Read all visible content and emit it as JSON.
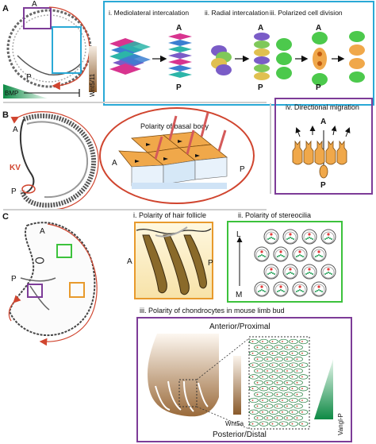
{
  "panels": {
    "a": {
      "letter": "A",
      "embryo": {
        "anterior": "A",
        "posterior": "P"
      },
      "gradients": {
        "bmp": "BMP",
        "wnt": "Wnt5/11"
      },
      "processes": [
        {
          "label": "i. Mediolateral intercalation",
          "anterior": "A",
          "posterior": "P"
        },
        {
          "label": "ii. Radial intercalation",
          "anterior": "A",
          "posterior": "P"
        },
        {
          "label": "iii. Polarized cell division",
          "anterior": "A",
          "posterior": "P"
        }
      ]
    },
    "b": {
      "letter": "B",
      "embryo": {
        "anterior": "A",
        "posterior": "P",
        "kv": "KV"
      },
      "basal_body": {
        "title": "Polarity of basal body",
        "anterior": "A",
        "posterior": "P"
      },
      "migration": {
        "title": "iv. Directional migration",
        "anterior": "A",
        "posterior": "P"
      }
    },
    "c": {
      "letter": "C",
      "embryo": {
        "anterior": "A",
        "posterior": "P"
      },
      "hair": {
        "title": "i. Polarity of hair follicle",
        "anterior": "A",
        "posterior": "P"
      },
      "stereocilia": {
        "title": "ii. Polarity of stereocilia",
        "lateral": "L",
        "medial": "M"
      },
      "limb": {
        "title": "iii. Polarity of chondrocytes in mouse limb bud",
        "top": "Anterior/Proximal",
        "bottom": "Posterior/Distal",
        "left_gradient": "Wnt5a",
        "right_gradient": "Vangl-P"
      }
    }
  },
  "colors": {
    "box_cyan": "#2aa9d6",
    "box_purple": "#7d3c98",
    "box_orange": "#e89a2c",
    "box_green": "#3cc23c",
    "divider": "#cfcfcf",
    "arrow_red": "#d0452f",
    "cell_orange": "#f0a84a",
    "cell_green": "#4cc94c",
    "cell_magenta": "#d8348f",
    "cell_blue": "#3b7fd1",
    "cell_teal": "#2cb5a8",
    "cell_purple": "#7a5cc7",
    "bmp_green": "#1f9d55",
    "wnt_brown": "#8a5a2b"
  }
}
